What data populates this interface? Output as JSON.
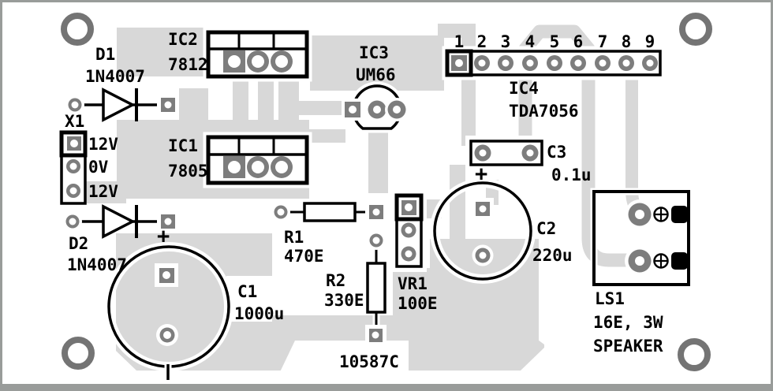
{
  "board": {
    "code": "10587C"
  },
  "colors": {
    "copper_trace": "#d8d8d8",
    "pad": "#7d7d7d",
    "silkscreen": "#000000",
    "board": "#ffffff",
    "frame": "#999c9a",
    "mounting_hole": "#747474"
  },
  "components": {
    "x1": {
      "ref": "X1",
      "pins": [
        "12V",
        "0V",
        "12V"
      ]
    },
    "d1": {
      "ref": "D1",
      "value": "1N4007"
    },
    "d2": {
      "ref": "D2",
      "value": "1N4007"
    },
    "ic1": {
      "ref": "IC1",
      "value": "7805"
    },
    "ic2": {
      "ref": "IC2",
      "value": "7812"
    },
    "ic3": {
      "ref": "IC3",
      "value": "UM66"
    },
    "ic4": {
      "ref": "IC4",
      "value": "TDA7056",
      "pins": [
        "1",
        "2",
        "3",
        "4",
        "5",
        "6",
        "7",
        "8",
        "9"
      ]
    },
    "c1": {
      "ref": "C1",
      "value": "1000u",
      "polarity": "+"
    },
    "c2": {
      "ref": "C2",
      "value": "220u",
      "polarity": "+"
    },
    "c3": {
      "ref": "C3",
      "value": "0.1u"
    },
    "r1": {
      "ref": "R1",
      "value": "470E"
    },
    "r2": {
      "ref": "R2",
      "value": "330E"
    },
    "vr1": {
      "ref": "VR1",
      "value": "100E"
    },
    "ls1": {
      "ref": "LS1",
      "value": "16E, 3W",
      "type": "SPEAKER"
    }
  }
}
